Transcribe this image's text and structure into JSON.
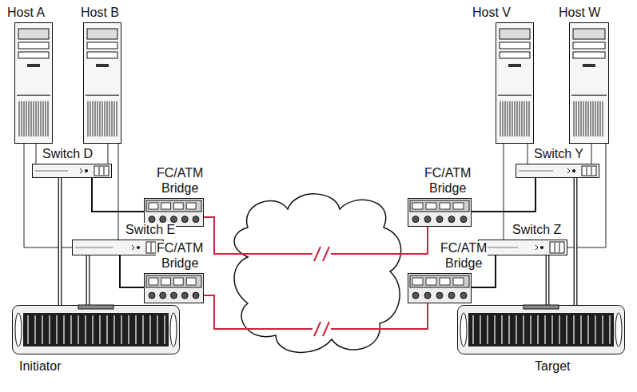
{
  "diagram": {
    "nodes": [
      {
        "text": [
          "Host A"
        ]
      },
      {
        "text": [
          "Host B"
        ]
      },
      {
        "text": [
          "Host V"
        ]
      },
      {
        "text": [
          "Host W"
        ]
      },
      {
        "text": [
          "Switch D"
        ]
      },
      {
        "text": [
          "FC/ATM Bridge"
        ]
      },
      {
        "text": [
          "FC/ATM Bridge"
        ]
      },
      {
        "text": [
          "Switch Y"
        ]
      },
      {
        "text": [
          "Switch E"
        ]
      },
      {
        "text": [
          "Switch Z"
        ]
      },
      {
        "text": [
          "FC/ATM Bridge"
        ]
      },
      {
        "text": [
          "FC/ATM Bridge"
        ]
      },
      {
        "text": [
          "Initiator"
        ]
      },
      {
        "text": [
          "Target"
        ]
      }
    ],
    "edges": [
      {
        "from": 0,
        "to": 4,
        "arrow": "none"
      },
      {
        "from": 0,
        "to": 8,
        "arrow": "none"
      },
      {
        "from": 1,
        "to": 4,
        "arrow": "none"
      },
      {
        "from": 1,
        "to": 8,
        "arrow": "none"
      },
      {
        "from": 2,
        "to": 7,
        "arrow": "none"
      },
      {
        "from": 2,
        "to": 9,
        "arrow": "none"
      },
      {
        "from": 3,
        "to": 7,
        "arrow": "none"
      },
      {
        "from": 3,
        "to": 9,
        "arrow": "none"
      },
      {
        "from": 4,
        "to": 5,
        "arrow": "none"
      },
      {
        "from": 5,
        "to": 6,
        "arrow": "none"
      },
      {
        "from": 7,
        "to": 6,
        "arrow": "none"
      },
      {
        "from": 8,
        "to": 10,
        "arrow": "none"
      },
      {
        "from": 9,
        "to": 11,
        "arrow": "none"
      },
      {
        "from": 10,
        "to": 11,
        "arrow": "none"
      },
      {
        "from": 12,
        "to": 4,
        "arrow": "none"
      },
      {
        "from": 12,
        "to": 8,
        "arrow": "none"
      },
      {
        "from": 13,
        "to": 7,
        "arrow": "none"
      },
      {
        "from": 13,
        "to": 9,
        "arrow": "none"
      }
    ]
  }
}
